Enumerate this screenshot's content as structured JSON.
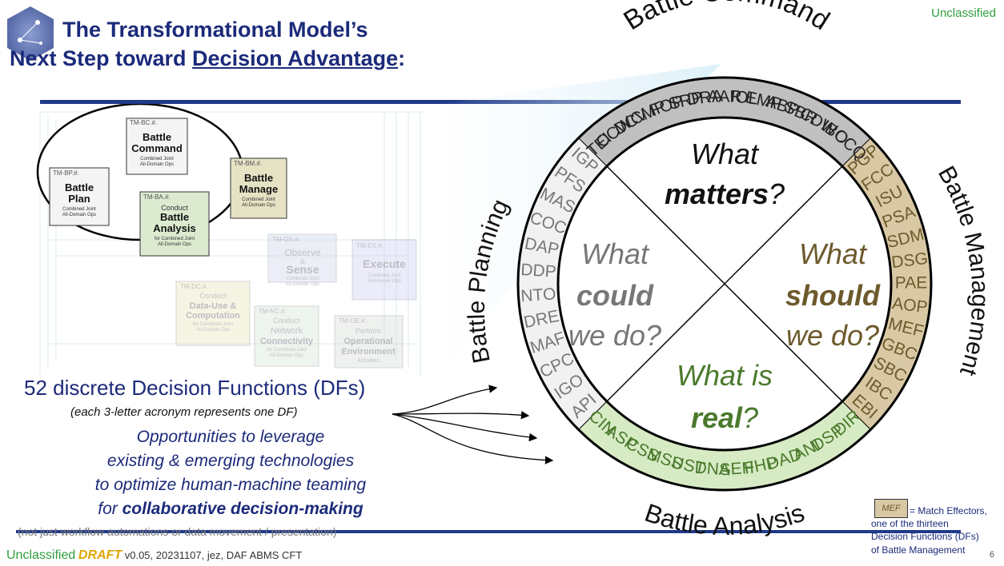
{
  "header": {
    "classification": "Unclassified",
    "title_line1": "The Transformational Model’s",
    "title_line2_prefix": "Next Step toward ",
    "title_line2_underlined": "Decision Advantage",
    "title_line2_suffix": ":"
  },
  "model_diagram": {
    "battle_command": {
      "id": "TM-BC.#.",
      "title1": "Battle",
      "title2": "Command",
      "sub1": "Combined Joint",
      "sub2": "All-Domain Ops"
    },
    "battle_plan": {
      "id": "TM-BP.#.",
      "title1": "Battle",
      "title2": "Plan",
      "sub1": "Combined Joint",
      "sub2": "All-Domain Ops"
    },
    "battle_manage": {
      "id": "TM-BM.#.",
      "title1": "Battle",
      "title2": "Manage",
      "sub1": "Combined Joint",
      "sub2": "All-Domain Ops"
    },
    "battle_analysis": {
      "id": "TM-BA.#.",
      "pre": "Conduct",
      "title1": "Battle",
      "title2": "Analysis",
      "sub1": "for Combined Joint",
      "sub2": "All-Domain Ops"
    },
    "observe_sense": {
      "id": "TM-OS.#.",
      "pre": "Observe",
      "amp": "&",
      "title": "Sense",
      "sub1": "Combined Joint",
      "sub2": "All-Domain Ops"
    },
    "execute": {
      "id": "TM-EX.#.",
      "title": "Execute",
      "sub1": "Combined Joint",
      "sub2": "All-Domain Ops"
    },
    "data_use": {
      "id": "TM-DC.#.",
      "pre": "Conduct",
      "title1": "Data-Use &",
      "title2": "Computation",
      "sub1": "for Combined Joint",
      "sub2": "All-Domain Ops"
    },
    "network": {
      "id": "TM-NC.#.",
      "pre": "Conduct",
      "title1": "Network",
      "title2": "Connectivity",
      "sub1": "for Combined Joint",
      "sub2": "All-Domain Ops"
    },
    "environment": {
      "id": "TM-OE.#.",
      "pre": "Perform",
      "title1": "Operational",
      "title2": "Environment",
      "sub1": "Activities"
    }
  },
  "wheel": {
    "labels": {
      "command": "Battle Command",
      "management": "Battle Management",
      "analysis": "Battle Analysis",
      "planning": "Battle Planning"
    },
    "colors": {
      "command": "#c0c0c0",
      "management": "#d8c8a4",
      "analysis": "#d6ebc4",
      "planning": "#f1f1f1",
      "management_text": "#6d5a2c",
      "analysis_text": "#4a7a2c",
      "planning_text": "#777777"
    },
    "questions": {
      "top": {
        "line1": "What",
        "bold": "matters",
        "tail": "?"
      },
      "left": {
        "line1": "What",
        "bold": "could",
        "line3": "we do?"
      },
      "right": {
        "line1": "What",
        "bold": "should",
        "line3": "we do?"
      },
      "bottom": {
        "line1": "What is",
        "bold": "real",
        "tail": "?"
      }
    },
    "functions": {
      "command": [
        "TEI",
        "CCW",
        "DCV",
        "CMP",
        "FOP",
        "SRP",
        "DRA",
        "AAR",
        "IOL",
        "EMP",
        "ABP",
        "SBR",
        "CDW",
        "IBO",
        "CCQ"
      ],
      "management": [
        "PGP",
        "FCC",
        "ISU",
        "PSA",
        "SDM",
        "DSG",
        "PAE",
        "AOP",
        "MEF",
        "GBC",
        "SBC",
        "IBC",
        "EBI"
      ],
      "analysis": [
        "CIN",
        "ASP",
        "CSS",
        "MSS",
        "UST",
        "DNA",
        "SEH",
        "FHP",
        "DAD",
        "ANI",
        "DSP",
        "DIR"
      ],
      "planning": [
        "API",
        "IGO",
        "CPC",
        "MAF",
        "DRE",
        "NTO",
        "DDP",
        "DAP",
        "COC",
        "MAS",
        "PFS",
        "IGP"
      ]
    }
  },
  "body": {
    "dfs_main": "52 discrete Decision Functions (DFs)",
    "dfs_sub": "(each 3-letter acronym represents one DF)",
    "opp1": "Opportunities to leverage",
    "opp2": "existing & emerging technologies",
    "opp3": "to optimize human-machine teaming",
    "opp4_prefix": "for ",
    "opp4_bold": "collaborative decision-making",
    "note": "(not just workflow automations or data movement / presentation)"
  },
  "legend": {
    "box": "MEF",
    "line1": "= Match Effectors,",
    "line2": "one of the thirteen",
    "line3": "Decision Functions (DFs)",
    "line4": "of Battle Management"
  },
  "footer": {
    "classification": "Unclassified",
    "draft": "DRAFT",
    "version": "v0.05, 20231107, jez, DAF ABMS CFT",
    "page": "6"
  }
}
